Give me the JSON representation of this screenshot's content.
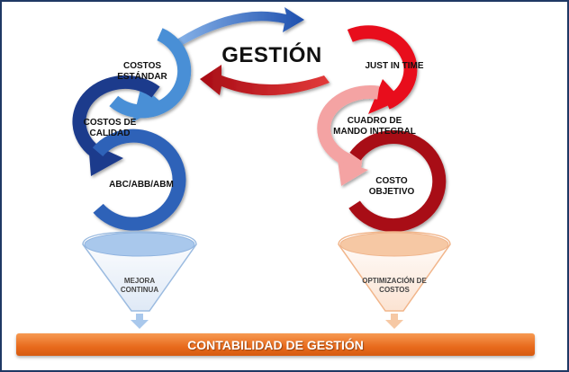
{
  "title": "GESTIÓN",
  "left_cycle": [
    {
      "label": "COSTOS ESTÁNDAR",
      "color": "#4a8fd6"
    },
    {
      "label": "COSTOS DE CALIDAD",
      "color": "#1f3b8c"
    },
    {
      "label": "ABC/ABB/ABM",
      "color": "#2f62b8"
    }
  ],
  "right_cycle": [
    {
      "label": "JUST IN TIME",
      "color": "#e8101a"
    },
    {
      "label": "CUADRO DE MANDO INTEGRAL",
      "color": "#f4a3a3"
    },
    {
      "label": "COSTO OBJETIVO",
      "color": "#a80d16"
    }
  ],
  "funnels": {
    "left": {
      "label": "MEJORA CONTINUA",
      "color": "#a9c8ec"
    },
    "right": {
      "label": "OPTIMIZACIÓN DE COSTOS",
      "color": "#f6c8a4"
    }
  },
  "bottom_bar": {
    "label": "CONTABILIDAD DE GESTIÓN"
  }
}
